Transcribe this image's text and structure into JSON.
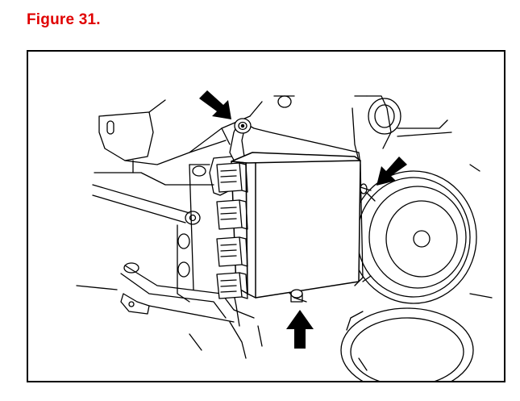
{
  "figure": {
    "caption": "Figure 31.",
    "caption_color": "#e00000"
  },
  "illustration": {
    "pointer_arrows": 3,
    "connector_count": 4,
    "line_color": "#000000"
  }
}
